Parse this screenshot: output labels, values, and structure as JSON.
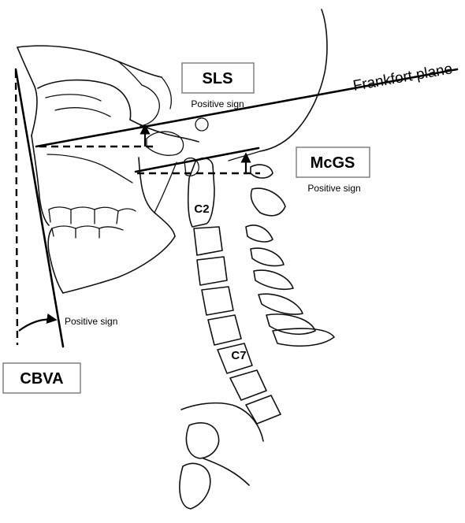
{
  "labels": {
    "sls": "SLS",
    "sls_sign": "Positive sign",
    "mcgs": "McGS",
    "mcgs_sign": "Positive sign",
    "cbva": "CBVA",
    "cbva_sign": "Positive sign",
    "frankfort": "Frankfort plane",
    "c2": "C2",
    "c7": "C7"
  }
}
